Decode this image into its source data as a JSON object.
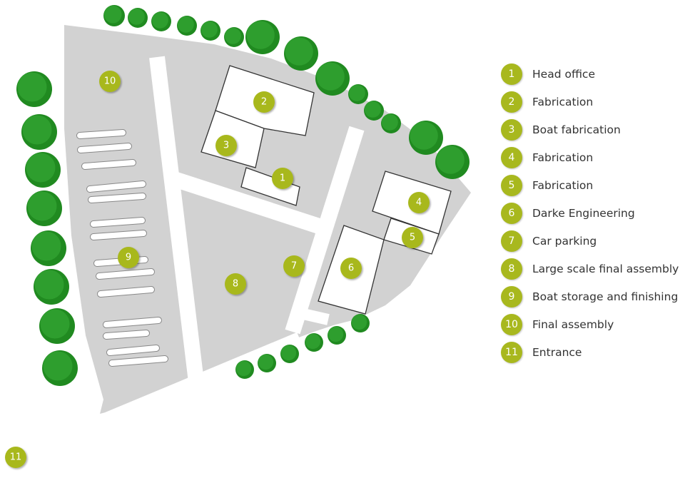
{
  "colors": {
    "ground": "#d2d2d2",
    "road": "#ffffff",
    "tree": "#2e9e2e",
    "tree_dark": "#208a20",
    "marker": "#a8b81e",
    "building_fill": "#ffffff",
    "building_stroke": "#333333"
  },
  "legend": [
    {
      "number": "1",
      "label": "Head office"
    },
    {
      "number": "2",
      "label": "Fabrication"
    },
    {
      "number": "3",
      "label": "Boat fabrication"
    },
    {
      "number": "4",
      "label": "Fabrication"
    },
    {
      "number": "5",
      "label": "Fabrication"
    },
    {
      "number": "6",
      "label": "Darke Engineering"
    },
    {
      "number": "7",
      "label": "Car parking"
    },
    {
      "number": "8",
      "label": "Large scale final assembly"
    },
    {
      "number": "9",
      "label": "Boat storage and finishing"
    },
    {
      "number": "10",
      "label": "Final assembly"
    },
    {
      "number": "11",
      "label": "Entrance"
    }
  ],
  "markers": {
    "m1": "1",
    "m2": "2",
    "m3": "3",
    "m4": "4",
    "m5": "5",
    "m6": "6",
    "m7": "7",
    "m8": "8",
    "m9": "9",
    "m10": "10",
    "m11": "11"
  }
}
